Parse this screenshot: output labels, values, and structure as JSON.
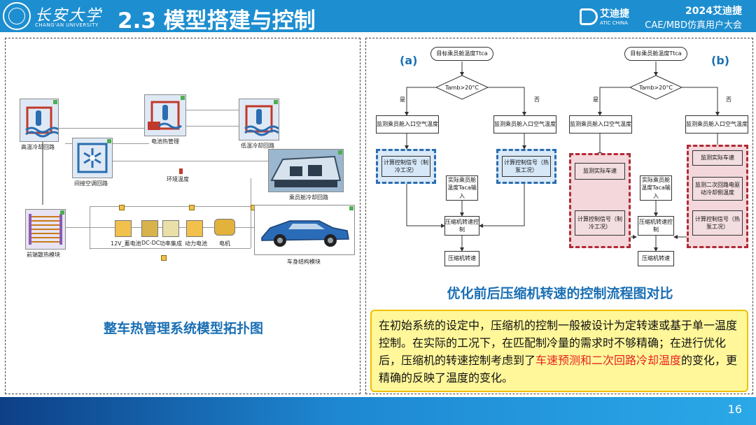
{
  "header": {
    "university_cn": "长安大学",
    "university_en": "CHANG'AN UNIVERSITY",
    "title": "2.3 模型搭建与控制",
    "atic_cn": "艾迪捷",
    "atic_en": "ATIC CHINA",
    "conference_line1": "2024艾迪捷",
    "conference_line2": "CAE/MBD仿真用户大会"
  },
  "left_panel": {
    "caption": "整车热管理系统模型拓扑图",
    "labels": {
      "high_temp": "高温冷却回路",
      "battery": "电池热管理",
      "low_temp": "低温冷却回路",
      "cabin_ac": "间接空调回路",
      "ambient": "环境温度",
      "cabin_cool": "乘员舱冷却回路",
      "radiator": "前端散热模块",
      "battery12v": "12V_蓄电池",
      "dcdc": "DC-DC",
      "power_int": "功率集成",
      "power_batt": "动力电池",
      "motor": "电机",
      "body": "车身结构模块"
    }
  },
  "right_panel": {
    "caption": "优化前后压缩机转速的控制流程图对比",
    "tag_a": "(a)",
    "tag_b": "(b)",
    "flow_a": {
      "start": "目标乘员舱温度Ttca",
      "decision": "Tamb>20°C",
      "yes": "是",
      "no": "否",
      "left_monitor": "监测乘员舱入口空气温度",
      "right_monitor": "监测乘员舱入口空气温度",
      "left_calc": "计算控制信号（制冷工况）",
      "right_calc": "计算控制信号（热泵工况）",
      "actual": "实际乘员舱温度Taca输入",
      "speed_ctrl": "压缩机转速控制",
      "speed": "压缩机转速"
    },
    "flow_b": {
      "start": "目标乘员舱温度Ttca",
      "decision": "Tamb>20°C",
      "yes": "是",
      "no": "否",
      "left_monitor": "监测乘员舱入口空气温度",
      "right_monitor": "监测乘员舱入口空气温度",
      "left_speed": "监测实际车速",
      "left_calc": "计算控制信号（制冷工况）",
      "right_speed": "监测实际车速",
      "right_loop": "监测二次回路电驱动冷却侧温度",
      "right_calc": "计算控制信号（热泵工况）",
      "actual": "实际乘员舱温度Taca输入",
      "speed_ctrl": "压缩机转速控制",
      "speed": "压缩机转速"
    },
    "text": {
      "part1": "在初始系统的设定中，压缩机的控制一般被设计为定转速或基于单一温度控制。在实际的工况下，在匹配制冷量的需求时不够精确；在进行优化后，压缩机的转速控制考虑到了",
      "highlight": "车速预测和二次回路冷却温度",
      "part2": "的变化，更精确的反映了温度的变化。"
    }
  },
  "footer": {
    "page_number": "16"
  },
  "colors": {
    "header_blue": "#1d8ed0",
    "caption_blue": "#1a6fb4",
    "highlight_red": "#e8231f",
    "text_box_yellow": "#fff79a"
  }
}
